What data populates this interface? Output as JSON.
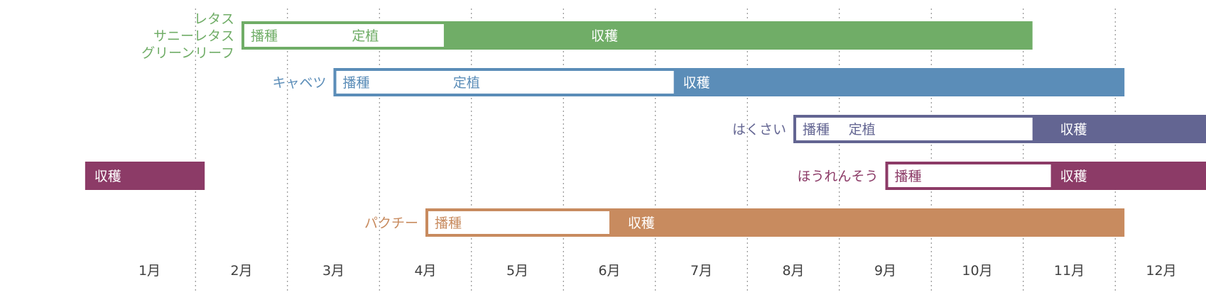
{
  "chart_data": {
    "type": "gantt",
    "x_unit": "month",
    "x_range": [
      1,
      12
    ],
    "grid": true,
    "months": [
      "1月",
      "2月",
      "3月",
      "4月",
      "5月",
      "6月",
      "7月",
      "8月",
      "9月",
      "10月",
      "11月",
      "12月"
    ],
    "crops": [
      {
        "name_lines": [
          "レタス",
          "サニーレタス",
          "グリーンリーフ"
        ],
        "color": "#70AD67",
        "bars": [
          {
            "start": 2.0,
            "end": 10.6,
            "segments": [
              {
                "label": "播種",
                "from": 2.0,
                "to": 4.2,
                "style": "outline",
                "label_at": 2.1
              },
              {
                "label": "定植",
                "from": 2.0,
                "to": 4.2,
                "style": "outline",
                "label_at": 3.2
              },
              {
                "label": "収穫",
                "from": 4.2,
                "to": 10.6,
                "style": "fill",
                "label_at": 5.8
              }
            ]
          }
        ]
      },
      {
        "name_lines": [
          "キャベツ"
        ],
        "color": "#5B8DB8",
        "bars": [
          {
            "start": 3.0,
            "end": 11.6,
            "segments": [
              {
                "label": "播種",
                "from": 3.0,
                "to": 6.7,
                "style": "outline",
                "label_at": 3.1
              },
              {
                "label": "定植",
                "from": 3.0,
                "to": 6.7,
                "style": "outline",
                "label_at": 4.3
              },
              {
                "label": "収穫",
                "from": 6.7,
                "to": 11.6,
                "style": "fill",
                "label_at": 6.8
              }
            ]
          }
        ]
      },
      {
        "name_lines": [
          "はくさい"
        ],
        "color": "#636592",
        "bars": [
          {
            "start": 8.0,
            "end": 12.6,
            "segments": [
              {
                "label": "播種",
                "from": 8.0,
                "to": 10.6,
                "style": "outline",
                "label_at": 8.1
              },
              {
                "label": "定植",
                "from": 8.0,
                "to": 10.6,
                "style": "outline",
                "label_at": 8.6
              },
              {
                "label": "収穫",
                "from": 10.6,
                "to": 12.6,
                "style": "fill",
                "label_at": 10.9
              }
            ]
          }
        ]
      },
      {
        "name_lines": [
          "ほうれんそう"
        ],
        "color": "#8C3B67",
        "bars": [
          {
            "start": 0.3,
            "end": 1.6,
            "segments": [
              {
                "label": "収穫",
                "from": 0.3,
                "to": 1.6,
                "style": "fill",
                "label_at": 0.4
              }
            ]
          },
          {
            "start": 9.0,
            "end": 12.6,
            "segments": [
              {
                "label": "播種",
                "from": 9.0,
                "to": 10.8,
                "style": "outline",
                "label_at": 9.1
              },
              {
                "label": "収穫",
                "from": 10.8,
                "to": 12.6,
                "style": "fill",
                "label_at": 10.9
              }
            ]
          }
        ]
      },
      {
        "name_lines": [
          "パクチー"
        ],
        "color": "#C88B5F",
        "bars": [
          {
            "start": 4.0,
            "end": 11.6,
            "segments": [
              {
                "label": "播種",
                "from": 4.0,
                "to": 6.0,
                "style": "outline",
                "label_at": 4.1
              },
              {
                "label": "収穫",
                "from": 6.0,
                "to": 11.6,
                "style": "fill",
                "label_at": 6.2
              }
            ]
          }
        ]
      }
    ]
  }
}
